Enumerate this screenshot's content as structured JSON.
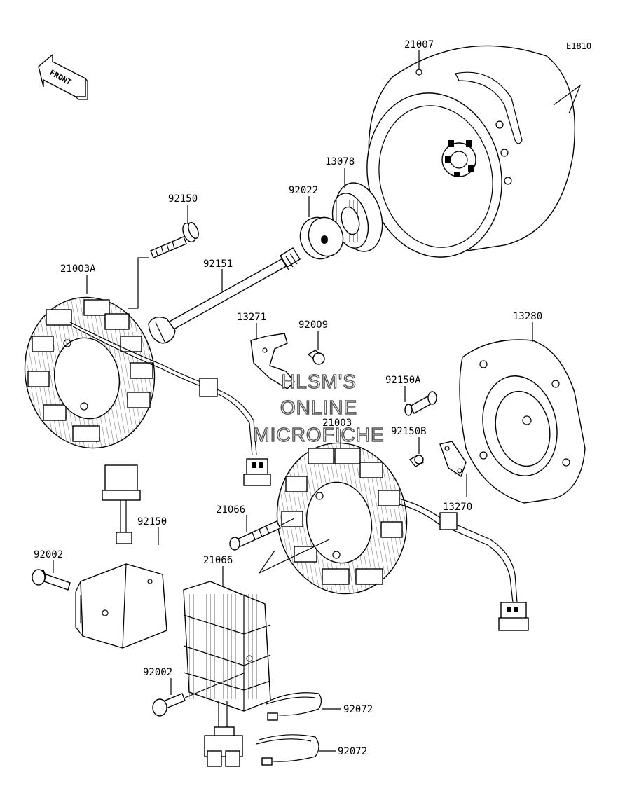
{
  "diagram_code": "E1810",
  "front_indicator": {
    "label": "FRONT"
  },
  "watermark": {
    "line1": "HLSM'S",
    "line2": "ONLINE",
    "line3": "MICROFICHE"
  },
  "part_labels": [
    {
      "id": "flywheel",
      "text": "21007"
    },
    {
      "id": "starter-gear",
      "text": "13078"
    },
    {
      "id": "washer",
      "text": "92022"
    },
    {
      "id": "bolt-top",
      "text": "92150"
    },
    {
      "id": "stator-a",
      "text": "21003A"
    },
    {
      "id": "long-bolt",
      "text": "92151"
    },
    {
      "id": "plate-13271",
      "text": "13271"
    },
    {
      "id": "screw-92009",
      "text": "92009"
    },
    {
      "id": "cover",
      "text": "13280"
    },
    {
      "id": "bolt-92150a",
      "text": "92150A"
    },
    {
      "id": "stator",
      "text": "21003"
    },
    {
      "id": "bolt-92150b",
      "text": "92150B"
    },
    {
      "id": "plate-13270",
      "text": "13270"
    },
    {
      "id": "regulator-1",
      "text": "21066"
    },
    {
      "id": "bolt-92150-mid",
      "text": "92150"
    },
    {
      "id": "bolt-92002-left",
      "text": "92002"
    },
    {
      "id": "regulator-2",
      "text": "21066"
    },
    {
      "id": "bolt-92002-bottom",
      "text": "92002"
    },
    {
      "id": "band-1",
      "text": "92072"
    },
    {
      "id": "band-2",
      "text": "92072"
    }
  ]
}
